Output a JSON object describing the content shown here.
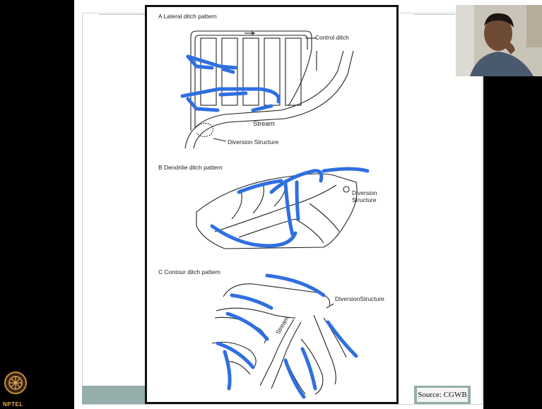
{
  "figure": {
    "panel_a_title": "A    Lateral ditch pattern",
    "panel_a_control": "Control ditch",
    "panel_a_stream": "Stream",
    "panel_a_diversion": "Diversion Structure",
    "panel_b_title": "B    Dendrilie ditch pattern",
    "panel_b_diversion_1": "Diversion",
    "panel_b_diversion_2": "Structure",
    "panel_c_title": "C    Contour ditch pattern",
    "panel_c_diversion": "DiversionStructure",
    "panel_c_stream": "Stream"
  },
  "source_label": "Source: CGWB",
  "logo_text": "NPTEL",
  "colors": {
    "annotation": "#2f6fe0",
    "frame": "#111111",
    "teal": "#96aeab"
  }
}
